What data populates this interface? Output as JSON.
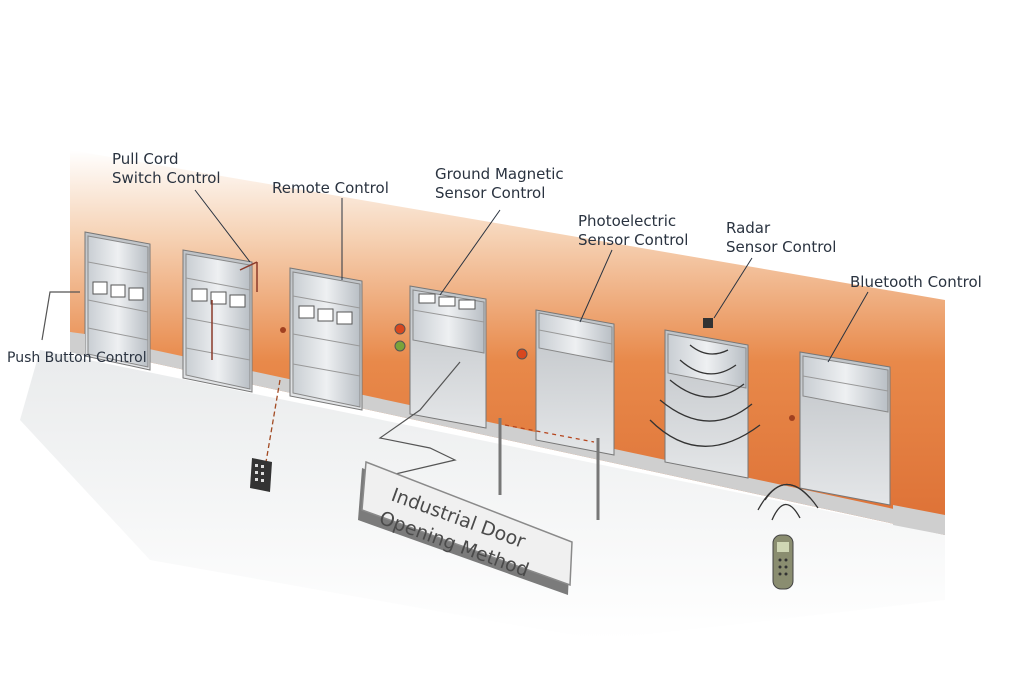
{
  "diagram": {
    "title_line1": "Industrial Door",
    "title_line2": "Opening Method",
    "labels": {
      "pull_cord": "Pull Cord\nSwitch Control",
      "remote": "Remote Control",
      "ground_magnetic": "Ground Magnetic\nSensor Control",
      "photoelectric": "Photoelectric\nSensor Control",
      "radar": "Radar\nSensor Control",
      "bluetooth": "Bluetooth Control",
      "push_button": "Push Button Control"
    },
    "colors": {
      "wall_top": "#f4c9a8",
      "wall_bottom": "#e07a3f",
      "door_panel": "#d9dde1",
      "label_text": "#2a3340",
      "light_red": "#d8471e",
      "light_green": "#7aa33a"
    }
  }
}
